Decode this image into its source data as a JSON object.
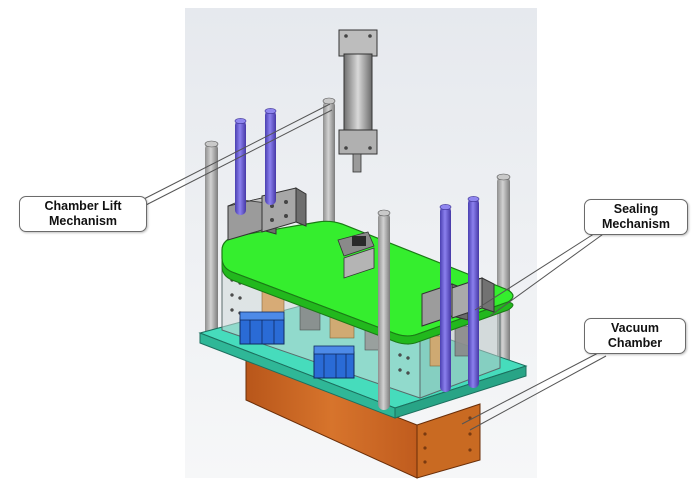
{
  "callouts": {
    "chamber_lift": {
      "line1": "Chamber Lift",
      "line2": "Mechanism"
    },
    "sealing": {
      "line1": "Sealing",
      "line2": "Mechanism"
    },
    "vacuum": {
      "line1": "Vacuum",
      "line2": "Chamber"
    }
  },
  "colors": {
    "top_plate": "#35ee2e",
    "base_plate": "#3fd6b4",
    "vacuum_chamber": "#c8641c",
    "rods_purple": "#6a5ed0",
    "rods_grey": "#a9a9a9",
    "connector_blue": "#2a6bd6",
    "background_panel": "#eef0f2"
  }
}
